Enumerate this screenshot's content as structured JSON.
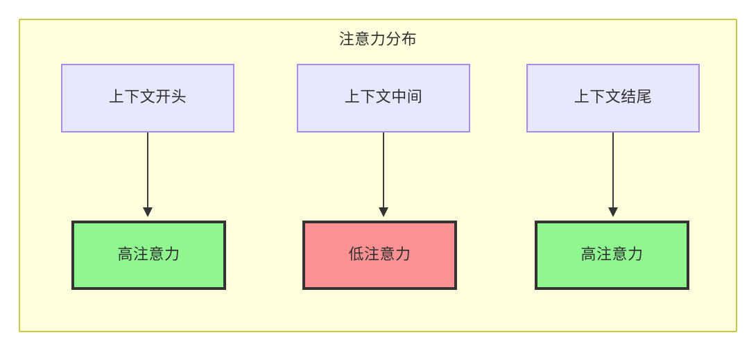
{
  "diagram": {
    "title": "注意力分布",
    "background_color": "#ffffdd",
    "border_color": "#c7c93f",
    "columns": [
      {
        "source": {
          "label": "上下文开头",
          "fill": "#e8e8fd",
          "stroke": "#a98bea"
        },
        "result": {
          "label": "高注意力",
          "fill": "#90f790",
          "stroke": "#333333",
          "level": "high"
        },
        "edge": {
          "from": "上下文开头",
          "to": "高注意力",
          "style": "arrow",
          "color": "#333333"
        }
      },
      {
        "source": {
          "label": "上下文中间",
          "fill": "#e8e8fd",
          "stroke": "#a98bea"
        },
        "result": {
          "label": "低注意力",
          "fill": "#fc9193",
          "stroke": "#333333",
          "level": "low"
        },
        "edge": {
          "from": "上下文中间",
          "to": "低注意力",
          "style": "arrow",
          "color": "#333333"
        }
      },
      {
        "source": {
          "label": "上下文结尾",
          "fill": "#e8e8fd",
          "stroke": "#a98bea"
        },
        "result": {
          "label": "高注意力",
          "fill": "#90f790",
          "stroke": "#333333",
          "level": "high"
        },
        "edge": {
          "from": "上下文结尾",
          "to": "高注意力",
          "style": "arrow",
          "color": "#333333"
        }
      }
    ]
  }
}
